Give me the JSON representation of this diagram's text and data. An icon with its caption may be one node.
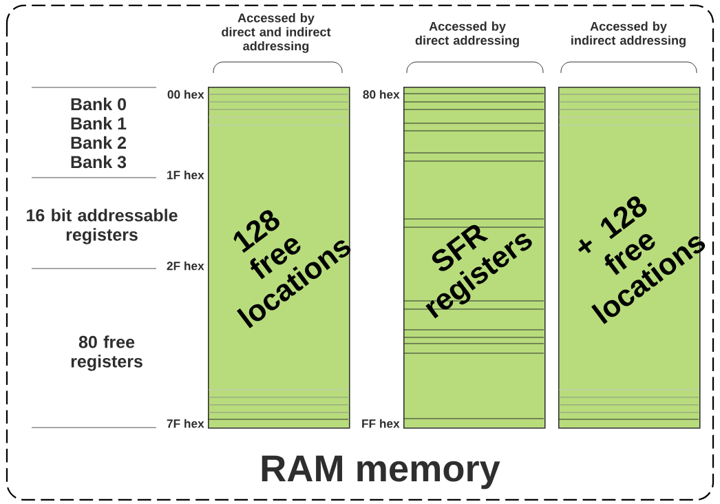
{
  "diagram": {
    "caption": "RAM memory",
    "nodes": [
      {
        "text": [
          "128 free locations"
        ]
      },
      {
        "text": [
          "SFR registers"
        ]
      },
      {
        "text": [
          "+ 128 free locations"
        ]
      }
    ],
    "edges": [],
    "labels": [
      "Accessed by direct and indirect addressing",
      "Accessed by direct addressing",
      "Accessed by indirect addressing",
      "00 hex",
      "80 hex",
      "Bank 0",
      "Bank 1",
      "Bank 2",
      "Bank 3",
      "1F hex",
      "16 bit addressable registers",
      "2F hex",
      "80 free registers",
      "7F hex",
      "FF hex"
    ]
  }
}
